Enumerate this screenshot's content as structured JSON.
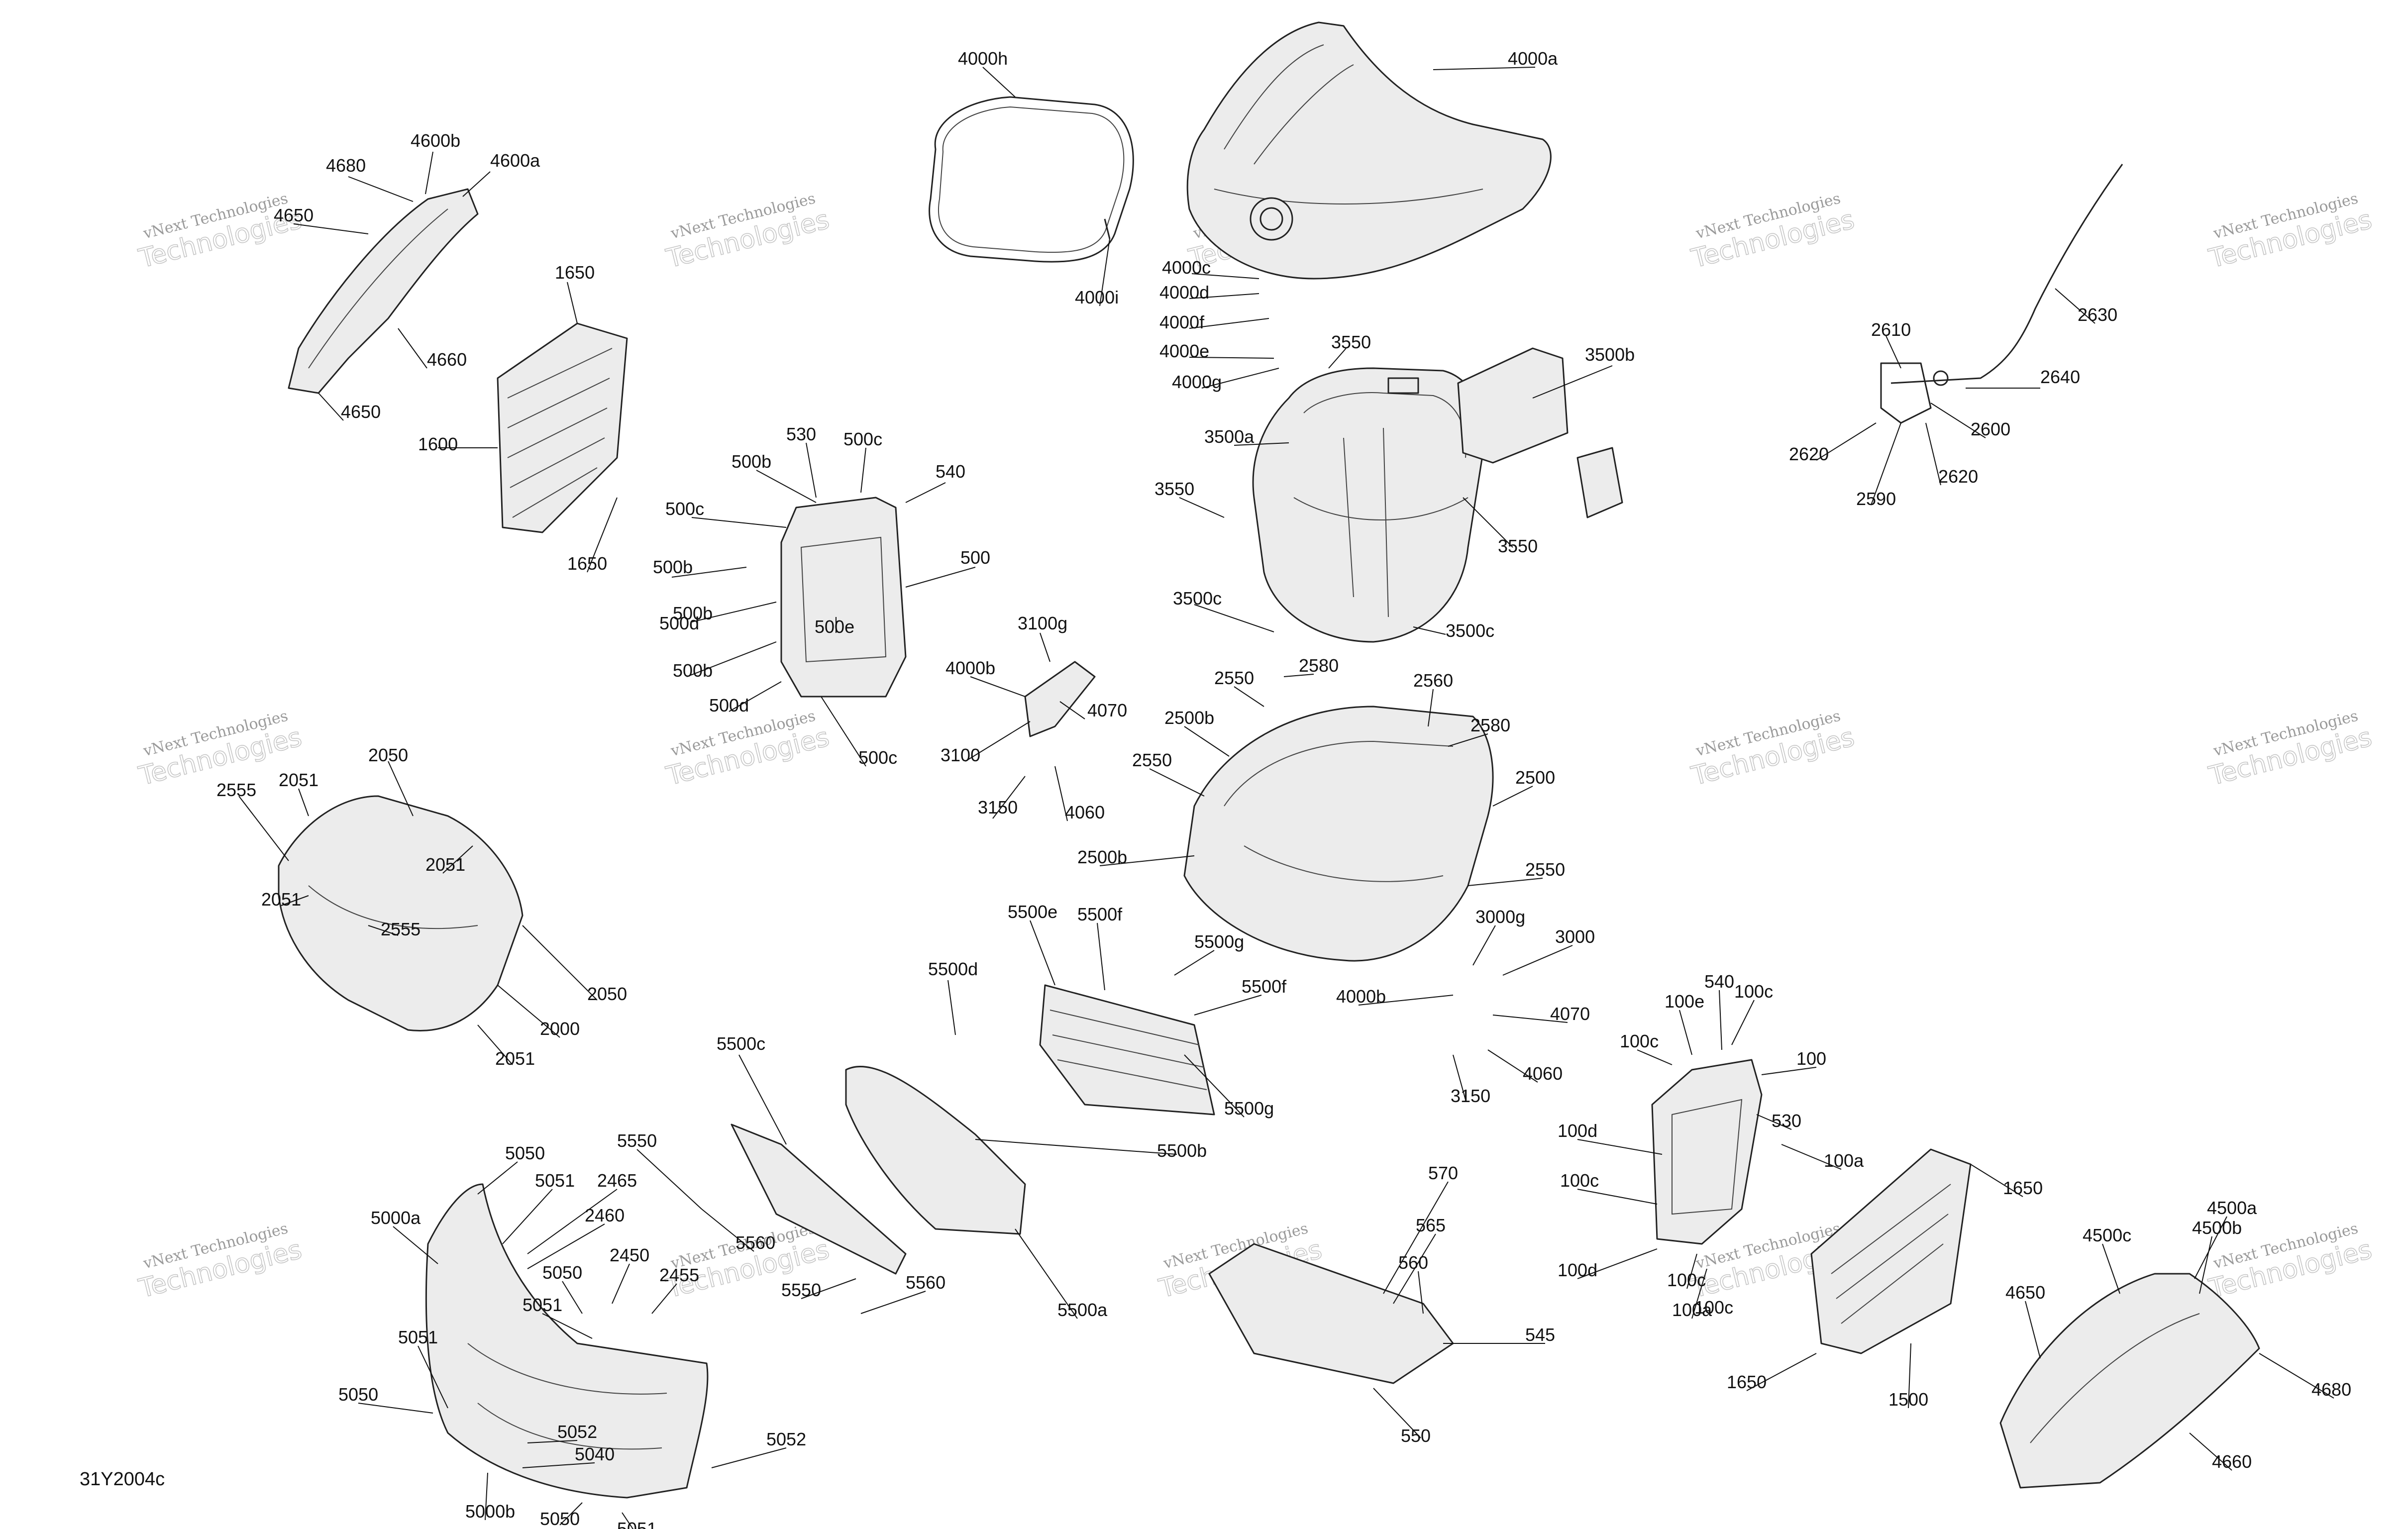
{
  "figure_code": "31Y2004c",
  "watermark": {
    "line1": "vNext Technologies",
    "line2": "Technologies"
  },
  "part_labels": [
    "4000h",
    "4000a",
    "4680",
    "4600b",
    "4600a",
    "4650",
    "4660",
    "4650",
    "1650",
    "1600",
    "1650",
    "4000c",
    "4000d",
    "4000f",
    "4000e",
    "4000g",
    "4000i",
    "3550",
    "3500b",
    "3500a",
    "3550",
    "3550",
    "3500c",
    "3500c",
    "2610",
    "2630",
    "2640",
    "2600",
    "2620",
    "2620",
    "2590",
    "530",
    "500c",
    "500b",
    "540",
    "500c",
    "500",
    "500b",
    "500b",
    "500d",
    "500e",
    "500b",
    "500d",
    "500c",
    "3100g",
    "4000b",
    "4070",
    "3100",
    "3150",
    "4060",
    "2550",
    "2580",
    "2560",
    "2500b",
    "2580",
    "2550",
    "2500",
    "2500b",
    "2550",
    "2050",
    "2051",
    "2555",
    "2051",
    "2051",
    "2555",
    "2050",
    "2000",
    "2051",
    "5500e",
    "5500f",
    "5500g",
    "5500d",
    "5500f",
    "5500g",
    "5500c",
    "5500b",
    "5500a",
    "3000g",
    "3000",
    "4000b",
    "4070",
    "4060",
    "3150",
    "100e",
    "540",
    "100c",
    "100c",
    "100",
    "530",
    "100d",
    "100a",
    "100c",
    "100d",
    "100c",
    "100a",
    "100c",
    "1650",
    "1500",
    "1650",
    "4500a",
    "4500c",
    "4500b",
    "4650",
    "4680",
    "4660",
    "5050",
    "5051",
    "2465",
    "2460",
    "5000a",
    "2450",
    "2455",
    "5050",
    "5051",
    "5550",
    "5560",
    "5550",
    "5560",
    "5051",
    "5050",
    "5052",
    "5040",
    "5000b",
    "5052",
    "5050",
    "5051",
    "570",
    "565",
    "560",
    "545",
    "550"
  ]
}
